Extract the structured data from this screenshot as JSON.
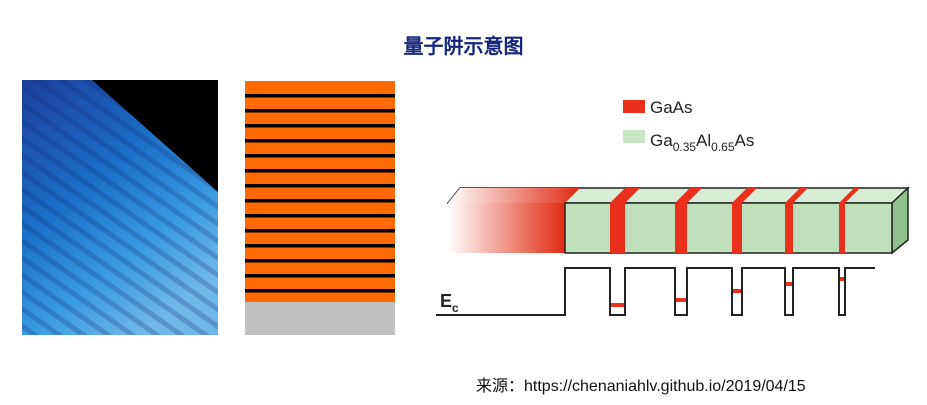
{
  "title": "量子阱示意图",
  "source": "来源：https://chenaniahlv.github.io/2019/04/15",
  "legend": {
    "gaas": {
      "label": "GaAs",
      "color": "#e8301c"
    },
    "gaalas": {
      "base": "Ga",
      "sub1": "0.35",
      "mid": "Al",
      "sub2": "0.65",
      "end": "As",
      "color": "#c9e6c6"
    }
  },
  "energy_label": {
    "main": "E",
    "sub": "c"
  },
  "colors": {
    "orange": "#ff6a00",
    "gray": "#c0c0c0",
    "title": "#15267f"
  }
}
